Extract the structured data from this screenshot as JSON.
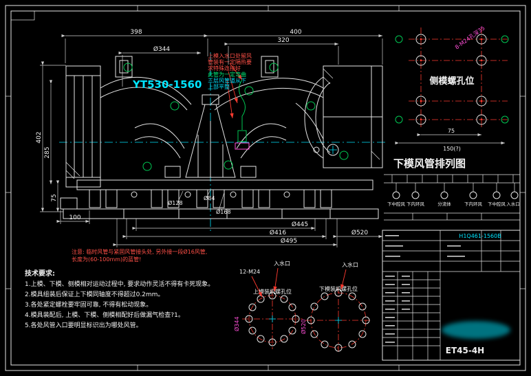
{
  "colors": {
    "background": "#000000",
    "line": "#e6e6e6",
    "accent_cyan": "#00e5ff",
    "accent_red": "#ff3b30",
    "accent_green": "#00c853",
    "accent_magenta": "#ff4fd8"
  },
  "main_title": "YT530-1560",
  "dims": {
    "d398": "398",
    "d400": "400",
    "d320": "320",
    "d344": "Ø344",
    "d402": "402",
    "d285": "285",
    "d75": "75",
    "d100": "100",
    "d128": "Ø128",
    "d84": "Ø84",
    "d168": "Ø168",
    "d445": "Ø445",
    "d416": "Ø416",
    "d495": "Ø495",
    "d520": "Ø520"
  },
  "annotation": {
    "l1": "上模入水口处留风",
    "l2": "管装有一定隔热要",
    "l3": "求特殊连接好",
    "l4": "此管为一定弯曲",
    "l5": "三层风管道从下",
    "l6": "上部平整"
  },
  "note": {
    "line1": "注意: 临时风管与紧固风管接头处, 另外接一段Ø16风管,",
    "line2": "长度为(60-100mm)的蓝管!"
  },
  "tech": {
    "heading": "技术要求:",
    "items": [
      "1.上模、下模、侧模相对运动过程中, 要求动作灵活不得有卡死现象。",
      "2.模具组装后保证上下模同轴度不得超过0.2mm。",
      "3.各处紧定螺栓要牢固可靠, 不得有松动现象。",
      "4.模具装配后, 上模、下模、侧模相配好后做漏气检查?1。",
      "5.各处风管入口要明显标识出为哪处风管。"
    ]
  },
  "side_holes": {
    "title": "侧模螺孔位",
    "note": "8-M24孔深35",
    "dim1": "75",
    "dim2": "150(?)"
  },
  "pipe": {
    "title": "下模风管排列图",
    "labels": [
      "下中腔风",
      "下内环风",
      "分流体",
      "下内环风",
      "下中腔风",
      "入水口"
    ]
  },
  "bolts": {
    "left_label": "上模装机螺孔位",
    "right_label": "下模装机螺孔位",
    "left_note": "12-M24",
    "left_dia": "Ø344",
    "right_dia": "Ø520",
    "inlet": "入水口"
  },
  "title_block": {
    "code": "H1Q461-1560B",
    "model": "ET45-4H"
  }
}
